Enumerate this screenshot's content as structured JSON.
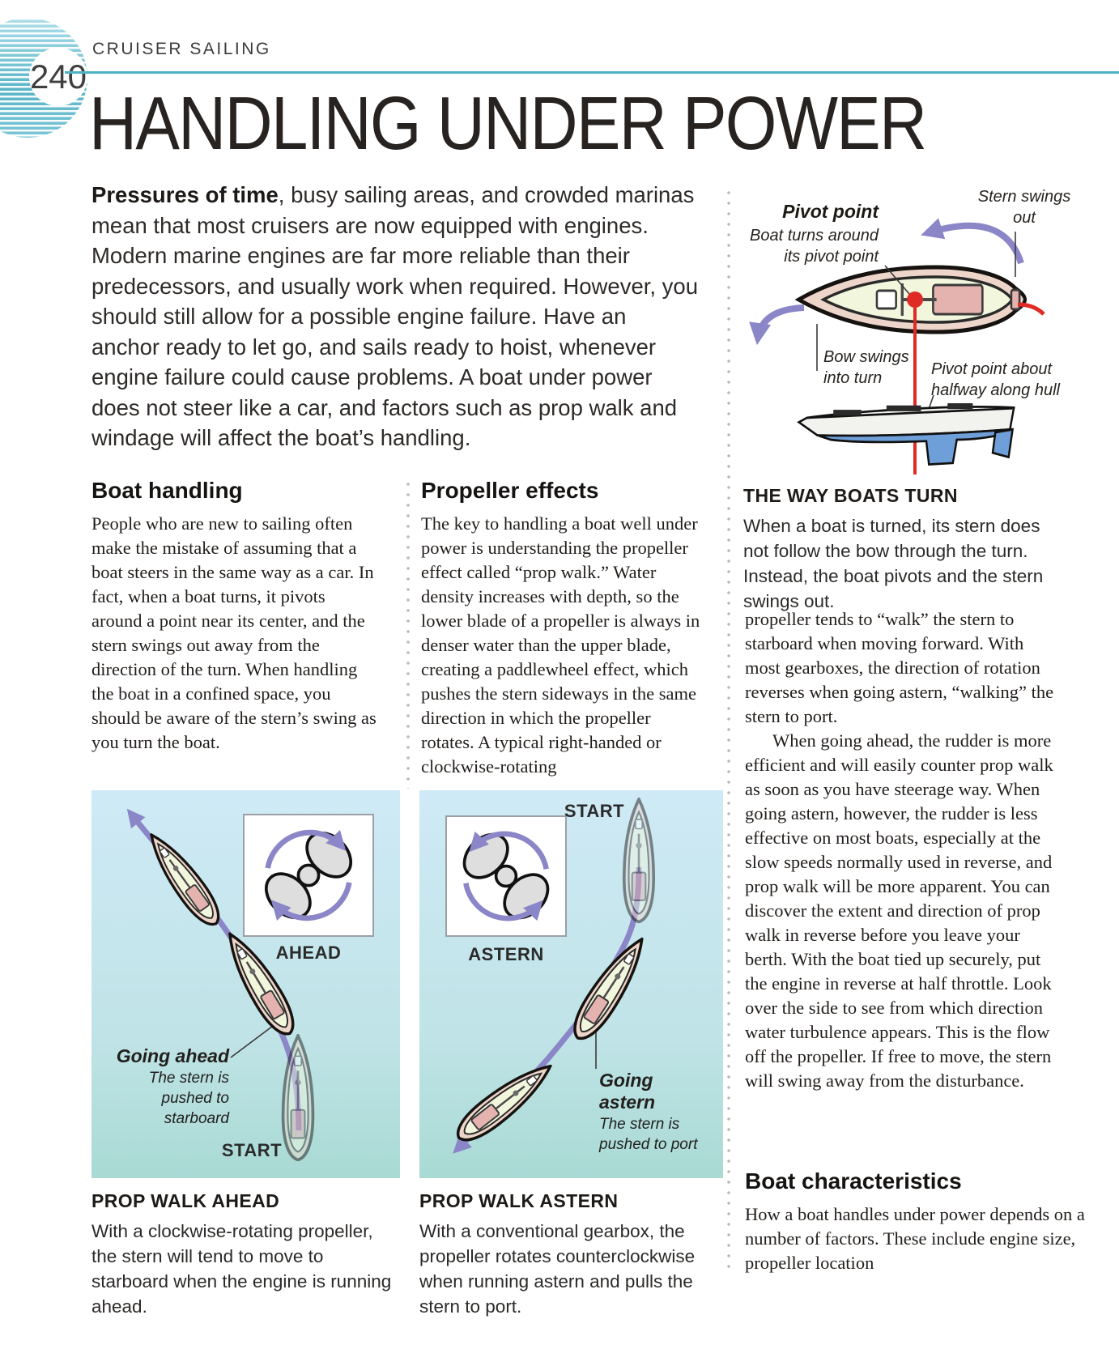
{
  "page": {
    "number": "240",
    "kicker": "CRUISER SAILING",
    "title": "HANDLING UNDER POWER"
  },
  "intro": {
    "lead": "Pressures of time",
    "body": ", busy sailing areas, and crowded marinas mean that most cruisers are now equipped with engines. Modern marine engines are far more reliable than their predecessors, and usually work when required. However, you should still allow for a possible engine failure. Have an anchor ready to let go, and sails ready to hoist, whenever engine failure could cause problems. A boat under power does not steer like a car, and factors such as prop walk and windage will affect the boat’s handling."
  },
  "pivot_diagram": {
    "pivot_label": "Pivot point",
    "pivot_sublabel": "Boat turns around its pivot point",
    "stern_label": "Stern swings out",
    "bow_label": "Bow swings into turn",
    "halfway_label": "Pivot point about halfway along hull",
    "caption_title": "THE WAY BOATS TURN",
    "caption_body": "When a boat is turned, its stern does not follow the bow through the turn. Instead, the boat pivots and the stern swings out."
  },
  "columns": {
    "boat_handling": {
      "heading": "Boat handling",
      "body": "People who are new to sailing often make the mistake of assuming that a boat steers in the same way as a car. In fact, when a boat turns, it pivots around a point near its center, and the stern swings out away from the direction of the turn. When handling the boat in a confined space, you should be aware of the stern’s swing as you turn the boat."
    },
    "propeller_effects": {
      "heading": "Propeller effects",
      "body": "The key to handling a boat well under power is understanding the propeller effect called “prop walk.” Water density increases with depth, so the lower blade of a propeller is always in denser water than the upper blade, creating a paddlewheel effect, which pushes the stern sideways in the same direction in which the propeller rotates. A typical right-handed or clockwise-rotating"
    },
    "continuation": {
      "para1": "propeller tends to “walk” the stern to starboard when moving forward. With most gearboxes, the direction of rotation reverses when going astern, “walking” the stern to port.",
      "para2": "When going ahead, the rudder is more efficient and will easily counter prop walk as soon as you have steerage way. When going astern, however, the rudder is less effective on most boats, especially at the slow speeds normally used in reverse, and prop walk will be more apparent. You can discover the extent and direction of prop walk in reverse before you leave your berth. With the boat tied up securely, put the engine in reverse at half throttle. Look over the side to see from which direction water turbulence appears. This is the flow off the propeller. If free to move, the stern will swing away from the disturbance."
    },
    "boat_characteristics": {
      "heading": "Boat characteristics",
      "body": "How a boat handles under power depends on a number of factors. These include engine size, propeller location"
    }
  },
  "prop_walk_ahead": {
    "inset_label": "AHEAD",
    "start_label": "START",
    "note_title": "Going ahead",
    "note_body": "The stern is pushed to starboard",
    "caption_title": "PROP WALK AHEAD",
    "caption_body": "With a clockwise-rotating propeller, the stern will tend to move to starboard when the engine is running ahead."
  },
  "prop_walk_astern": {
    "inset_label": "ASTERN",
    "start_label": "START",
    "note_title": "Going astern",
    "note_body": "The stern is pushed to port",
    "caption_title": "PROP WALK ASTERN",
    "caption_body": "With a conventional gearbox, the propeller rotates counterclockwise when running astern and pulls the stern to port."
  },
  "colors": {
    "accent_teal": "#4db2c6",
    "arrow_purple": "#8a86c8",
    "pivot_red": "#e02a25",
    "water_top": "#cfeaf6",
    "water_bottom": "#a9dad4",
    "hull_pink": "#eed5ca",
    "deck_cream": "#f2f6dc",
    "cabin_pink": "#e5b3af",
    "underwater_blue": "#6f9fd8"
  }
}
